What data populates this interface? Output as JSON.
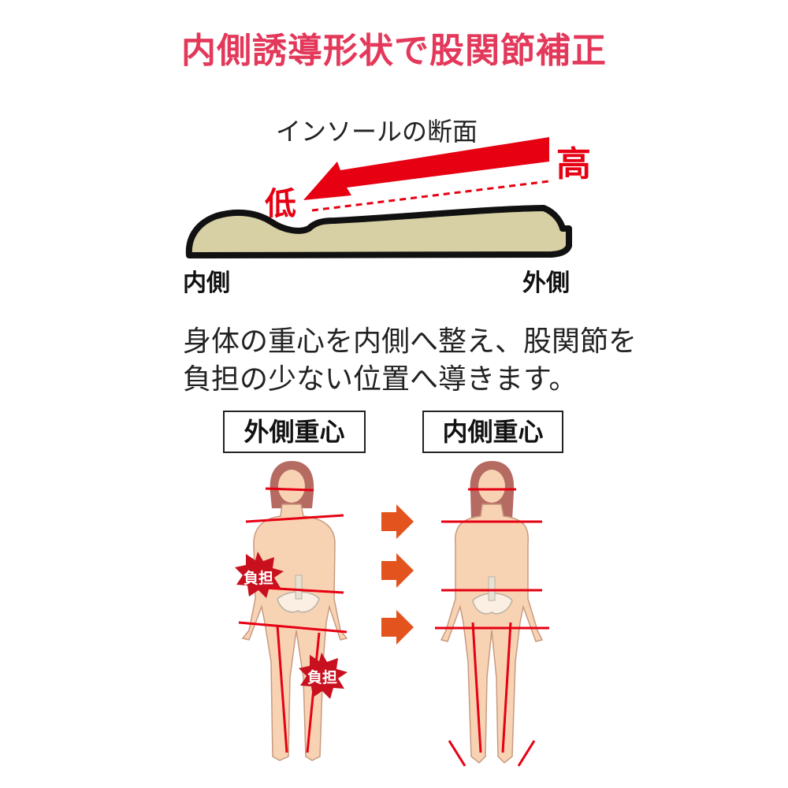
{
  "title": "内側誘導形状で股関節補正",
  "diagram": {
    "section_label": "インソールの断面",
    "high_label": "高",
    "low_label": "低",
    "inner_label": "内側",
    "outer_label": "外側"
  },
  "description": {
    "line1": "身体の重心を内側へ整え、股関節を",
    "line2": "負担の少ない位置へ導きます。"
  },
  "comparison": {
    "left_label": "外側重心",
    "right_label": "内側重心",
    "burden_label": "負担"
  },
  "colors": {
    "title": "#e3385a",
    "accent_red": "#e60012",
    "insole": "#d7d0a4",
    "skin": "#f7d3b4",
    "hair": "#b56a62",
    "arrow_orange": "#e2531d"
  }
}
